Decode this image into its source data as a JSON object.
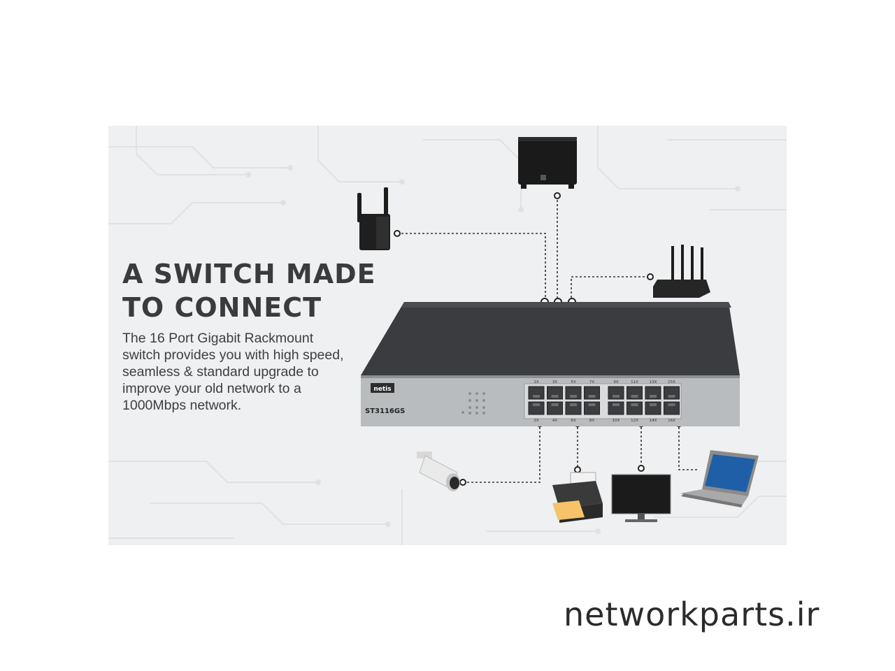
{
  "banner": {
    "headline_line1": "A SWITCH MADE",
    "headline_line2": "TO CONNECT",
    "description": "The 16 Port Gigabit Rackmount switch provides you with high speed, seamless & standard upgrade to improve your old network to a 1000Mbps network."
  },
  "switch": {
    "brand": "netis",
    "model": "ST3116GS",
    "port_labels_top": [
      "1X",
      "3X",
      "5X",
      "7X",
      "9X",
      "11X",
      "13X",
      "15X"
    ],
    "port_labels_bottom": [
      "2X",
      "4X",
      "6X",
      "8X",
      "10X",
      "12X",
      "14X",
      "16X"
    ]
  },
  "watermark": "networkparts.ir",
  "colors": {
    "banner_bg": "#eef0f1",
    "switch_top": "#3a3c3f",
    "switch_front": "#b9bcbe",
    "connector": "#222222"
  },
  "devices": [
    "range-extender",
    "subwoofer",
    "wifi-router",
    "ip-camera",
    "printer",
    "monitor",
    "laptop"
  ]
}
